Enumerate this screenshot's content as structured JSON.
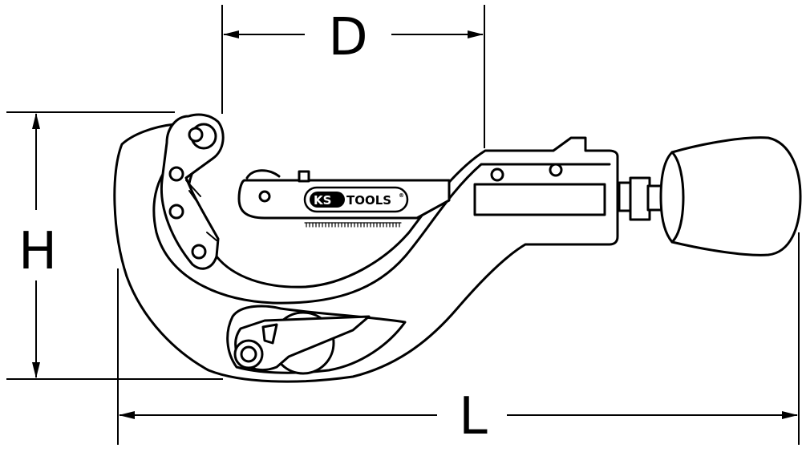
{
  "dimensions": {
    "d": "D",
    "h": "H",
    "l": "L"
  },
  "brand": {
    "left": "KS",
    "right": "TOOLS",
    "mark": "®"
  },
  "colors": {
    "line": "#000000",
    "fill": "#ffffff"
  }
}
